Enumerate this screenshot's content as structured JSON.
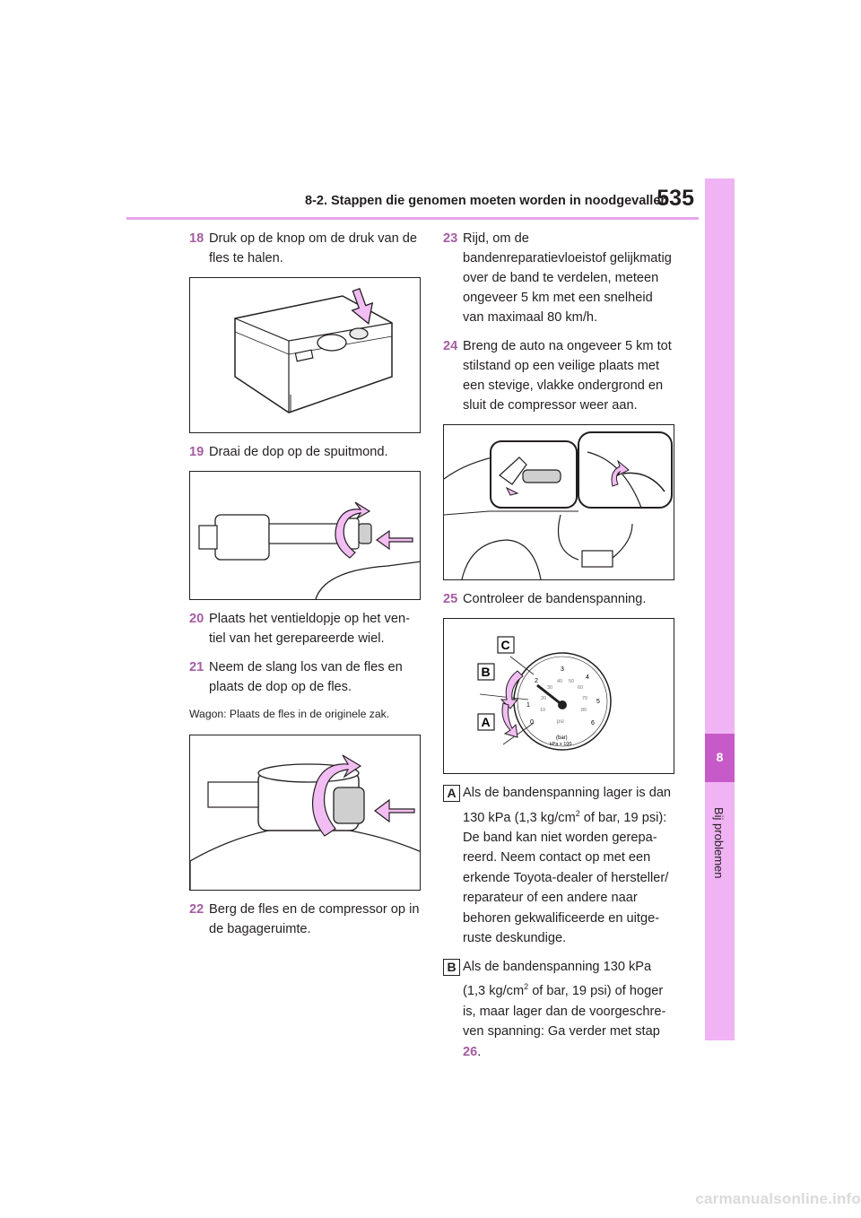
{
  "header": {
    "section_title": "8-2. Stappen die genomen moeten worden in noodgevallen",
    "page_number": "535"
  },
  "sidetab": {
    "chapter_number": "8",
    "chapter_name": "Bij problemen"
  },
  "left_column": {
    "step18": {
      "number": "18",
      "text": "Druk op de knop om de druk van de fles te halen."
    },
    "step19": {
      "number": "19",
      "text": "Draai de dop op de spuitmond."
    },
    "step20": {
      "number": "20",
      "text": "Plaats het ventieldopje op het ven-tiel van het gerepareerde wiel."
    },
    "step21": {
      "number": "21",
      "text": "Neem de slang los van de fles en plaats de dop op de fles."
    },
    "wagon_note": "Wagon: Plaats de fles in de originele zak.",
    "step22": {
      "number": "22",
      "text": "Berg de fles en de compressor op in de bagageruimte."
    }
  },
  "right_column": {
    "step23": {
      "number": "23",
      "text": "Rijd, om de bandenreparatievloeistof gelijkmatig over de band te verdelen, meteen ongeveer 5 km met een snelheid van maximaal 80 km/h."
    },
    "step24": {
      "number": "24",
      "text": "Breng de auto na ongeveer 5 km tot stilstand op een veilige plaats met een stevige, vlakke ondergrond en sluit de compressor weer aan."
    },
    "step25": {
      "number": "25",
      "text": "Controleer de bandenspanning."
    },
    "gauge": {
      "label_a": "A",
      "label_b": "B",
      "label_c": "C",
      "bar_ticks": [
        "0",
        "1",
        "2",
        "3",
        "4",
        "5",
        "6"
      ],
      "psi_ticks": [
        "10",
        "20",
        "30",
        "40",
        "50",
        "60",
        "70",
        "80"
      ],
      "unit_bar": "(bar)",
      "unit_kpa": "kPa x 100",
      "unit_psi": "psi"
    },
    "condition_a": {
      "badge": "A",
      "text_1": "Als de bandenspanning lager is dan 130 kPa (1,3 kg/cm",
      "sup": "2",
      "text_2": " of bar, 19 psi): De band kan niet worden gerepa-reerd. Neem contact op met een erkende Toyota-dealer of hersteller/ reparateur of een andere naar behoren gekwalificeerde en uitge-ruste deskundige."
    },
    "condition_b": {
      "badge": "B",
      "text_1": "Als de bandenspanning 130 kPa (1,3 kg/cm",
      "sup": "2",
      "text_2": " of bar, 19 psi) of hoger is, maar lager dan de voorgeschre-ven spanning: Ga verder met stap ",
      "ref": "26",
      "text_3": "."
    }
  },
  "footer": {
    "watermark": "carmanualsonline.info"
  },
  "colors": {
    "accent_pink": "#e9a6ec",
    "sidetab_light": "#f0b3f4",
    "sidetab_dark": "#c75ac9",
    "step_number": "#a45ea3",
    "arrow_fill": "#f2bdf2"
  }
}
